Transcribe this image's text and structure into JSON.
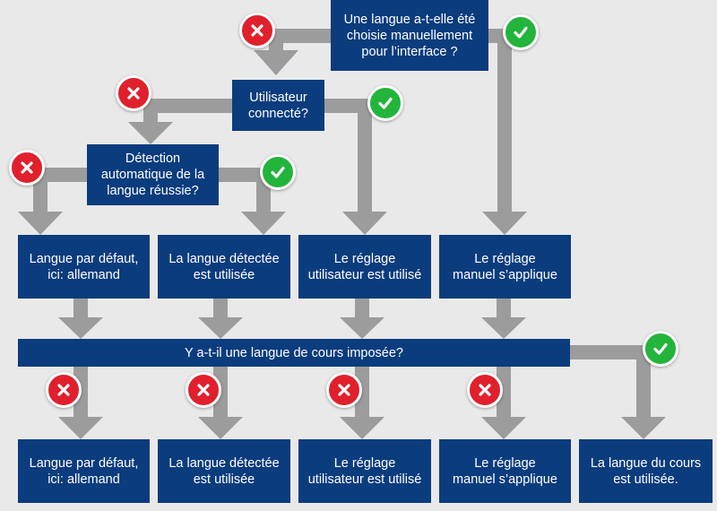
{
  "colors": {
    "background": "#e9e9e9",
    "box": "#0b3c7d",
    "box_text": "#ffffff",
    "arrow": "#9c9c9c",
    "no_badge": "#e0202c",
    "yes_badge": "#22b43b"
  },
  "icons": {
    "no": "x-icon",
    "yes": "check-icon"
  },
  "questions": {
    "manual_language": "Une langue a-t-elle été\nchoisie manuellement\npour l’interface ?",
    "logged_in": "Utilisateur\nconnecté?",
    "auto_detection": "Détection\nautomatique de la\nlangue réussie?",
    "course_language": "Y a-t-il une langue de cours imposée?"
  },
  "results_top": {
    "default": "Langue par défaut,\nici: allemand",
    "detected": "La langue détectée\nest utilisée",
    "user_setting": "Le réglage\nutilisateur est utilisé",
    "manual": "Le réglage\nmanuel s’applique"
  },
  "results_bottom": {
    "default": "Langue par défaut,\nici: allemand",
    "detected": "La langue détectée\nest utilisée",
    "user_setting": "Le réglage\nutilisateur est utilisé",
    "manual": "Le réglage\nmanuel s’applique",
    "course": "La langue du cours\nest utilisée."
  }
}
